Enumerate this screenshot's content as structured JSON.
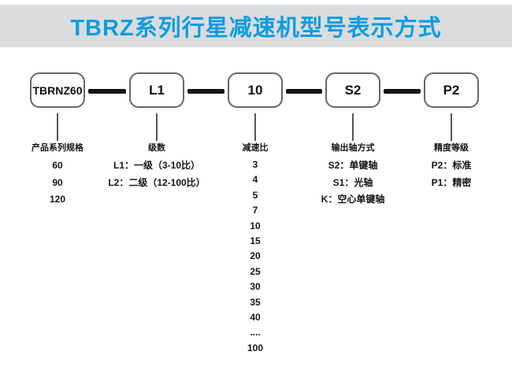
{
  "header": {
    "title": "TBRZ系列行星减速机型号表示方式"
  },
  "model_code": {
    "segments": [
      {
        "code": "TBRNZ60",
        "label": "产品系列规格",
        "options": [
          "60",
          "90",
          "120"
        ]
      },
      {
        "code": "L1",
        "label": "级数",
        "options": [
          "L1：一级（3-10比）",
          "L2：二级（12-100比）"
        ]
      },
      {
        "code": "10",
        "label": "减速比",
        "options": [
          "3",
          "4",
          "5",
          "7",
          "10",
          "15",
          "20",
          "25",
          "30",
          "35",
          "40",
          "....",
          "100"
        ]
      },
      {
        "code": "S2",
        "label": "输出轴方式",
        "options": [
          "S2：单键轴",
          "S1：光轴",
          "K：空心单键轴"
        ]
      },
      {
        "code": "P2",
        "label": "精度等级",
        "options": [
          "P2：标准",
          "P1：精密"
        ]
      }
    ]
  },
  "colors": {
    "title_blue": "#0d9ce2",
    "banner_bg": "#dbdcdd",
    "box_border": "#666666",
    "connector_black": "#141414"
  }
}
